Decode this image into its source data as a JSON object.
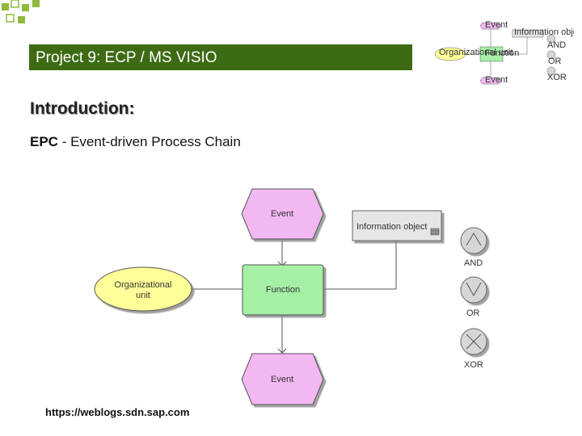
{
  "slide": {
    "title": "Project 9: ECP / MS VISIO",
    "heading": "Introduction:",
    "subtitle_abbr": "EPC",
    "subtitle_rest": " - Event-driven Process Chain",
    "source": "https://weblogs.sdn.sap.com"
  },
  "diagram": {
    "event_top": "Event",
    "event_bottom": "Event",
    "function": "Function",
    "org_unit_line1": "Organizational",
    "org_unit_line2": "unit",
    "info_object": "Information object",
    "and": "AND",
    "or": "OR",
    "xor": "XOR"
  },
  "thumbnail": {
    "event_top": "Event",
    "event_bottom": "Event",
    "function": "Function",
    "org_unit": "Organizational unit",
    "info_object": "Information object",
    "and": "AND",
    "or": "OR",
    "xor": "XOR"
  },
  "colors": {
    "title_bar": "#3d6b14",
    "event_fill": "#f2b8f2",
    "function_fill": "#a6f0a6",
    "org_unit_fill": "#ffff99",
    "info_fill": "#e6e6e6",
    "connector_fill": "#d6d6d6",
    "bullet_green": "#8fba3f"
  }
}
